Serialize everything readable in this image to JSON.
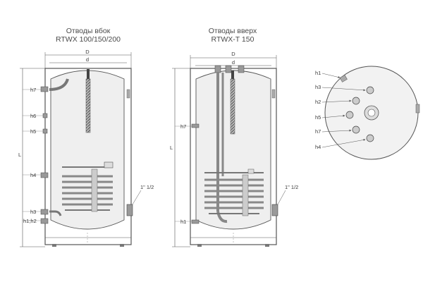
{
  "left_tank": {
    "title_line1": "Отводы вбок",
    "title_line2": "RTWX 100/150/200",
    "dim_D": "D",
    "dim_d": "d",
    "dim_L": "L",
    "labels": {
      "h7": "h7",
      "h6": "h6",
      "h5": "h5",
      "h4": "h4",
      "h3": "h3",
      "h1h2": "h1;h2",
      "flange": "1\" 1/2"
    }
  },
  "middle_tank": {
    "title_line1": "Отводы вверх",
    "title_line2": "RTWX-T 150",
    "dim_D": "D",
    "dim_d": "d",
    "dim_L": "L",
    "labels": {
      "h7": "h7",
      "h1": "h1",
      "flange": "1\" 1/2"
    }
  },
  "top_view": {
    "labels": {
      "h1": "h1",
      "h3": "h3",
      "h2": "h2",
      "h5": "h5",
      "h7": "h7",
      "h4": "h4"
    }
  },
  "colors": {
    "line": "#555555",
    "fill": "#eeeeee",
    "coil": "#d8d8d8",
    "dark": "#444444"
  }
}
